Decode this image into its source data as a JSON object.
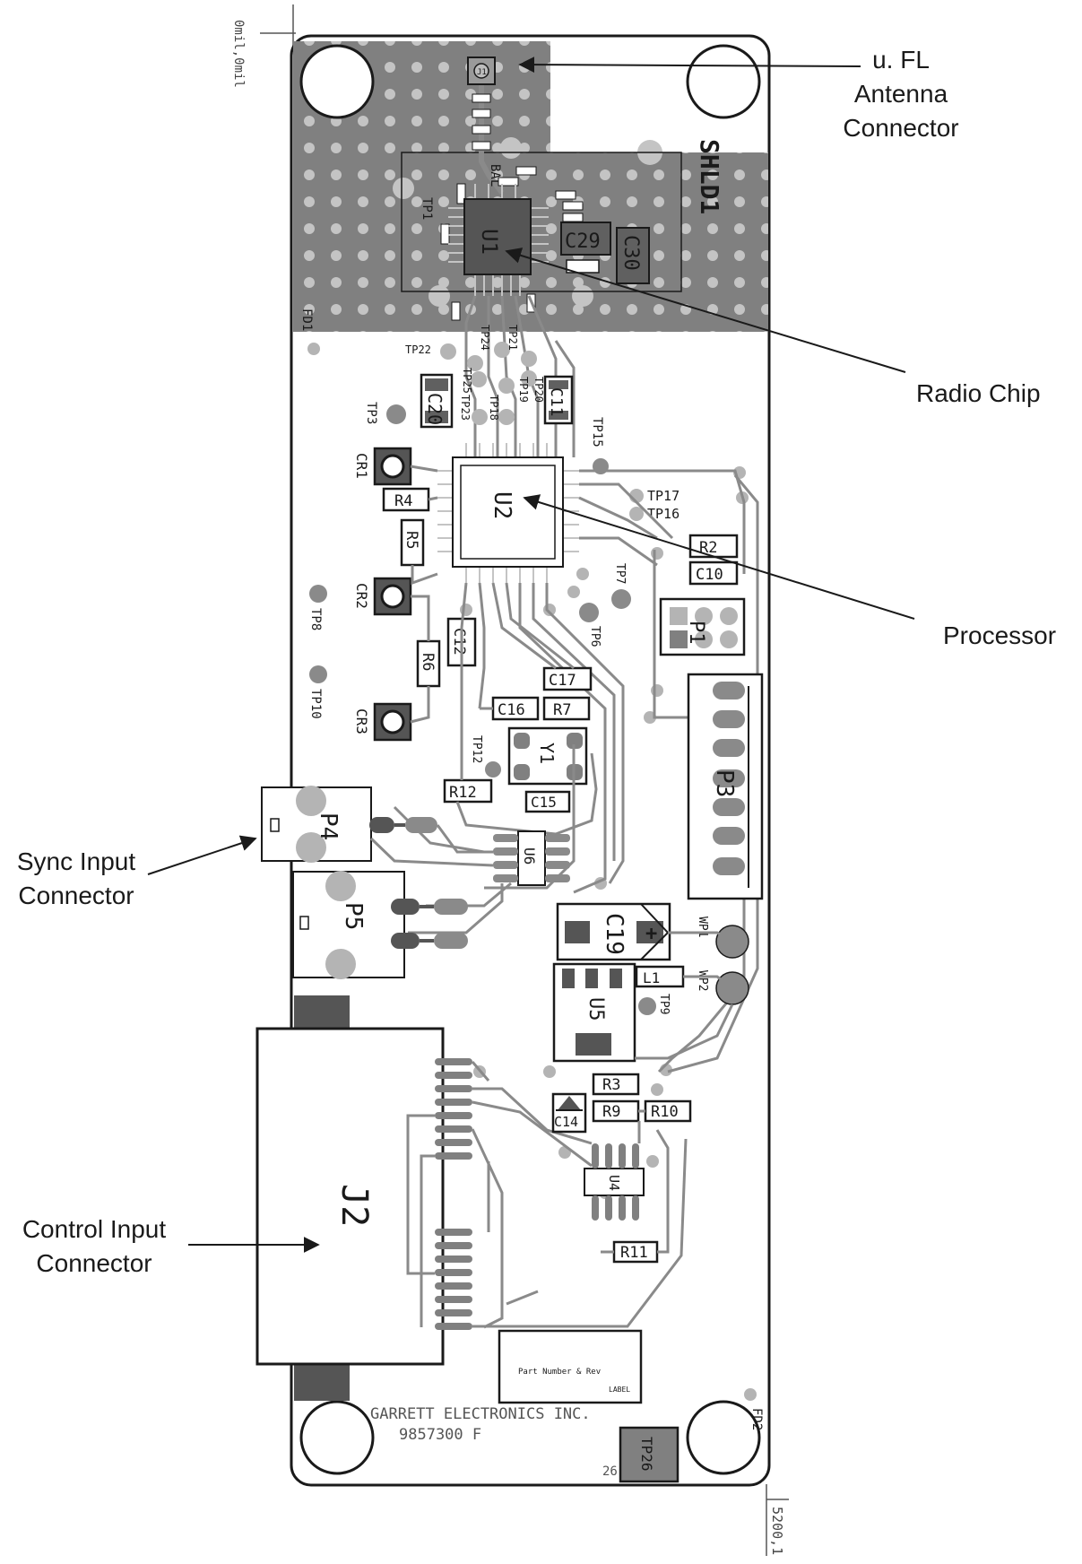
{
  "origin_label": "0mil,0mil",
  "corner_label": "5200,1",
  "callouts": {
    "antenna": [
      "u. FL",
      "Antenna",
      "Connector"
    ],
    "radio": "Radio Chip",
    "processor": "Processor",
    "sync": [
      "Sync Input",
      "Connector"
    ],
    "control": [
      "Control Input",
      "Connector"
    ]
  },
  "board": {
    "shield": "SHLD1",
    "u1": "U1",
    "u2": "U2",
    "u4": "U4",
    "u5": "U5",
    "u6": "U6",
    "j1": "J1",
    "bal": "BAL",
    "y1": "Y1",
    "c29": "C29",
    "c30": "C30",
    "c20": "C20",
    "c11": "C11",
    "c12": "C12",
    "c15": "C15",
    "c16": "C16",
    "c17": "C17",
    "c10": "C10",
    "c19": "C19",
    "c14": "C14",
    "r2": "R2",
    "r3": "R3",
    "r4": "R4",
    "r5": "R5",
    "r6": "R6",
    "r7": "R7",
    "r9": "R9",
    "r10": "R10",
    "r11": "R11",
    "r12": "R12",
    "cr1": "CR1",
    "cr2": "CR2",
    "cr3": "CR3",
    "p1": "P1",
    "p3": "P3",
    "p4": "P4",
    "p5": "P5",
    "j2": "J2",
    "l1": "L1",
    "fd1": "FD1",
    "fd2": "FD2",
    "tp1": "TP1",
    "tp3": "TP3",
    "tp6": "TP6",
    "tp7": "TP7",
    "tp8": "TP8",
    "tp9": "TP9",
    "tp10": "TP10",
    "tp12": "TP12",
    "tp15": "TP15",
    "tp16": "TP16",
    "tp17": "TP17",
    "tp18": "TP18",
    "tp19": "TP19",
    "tp20": "TP20",
    "tp21": "TP21",
    "tp22": "TP22",
    "tp23": "TP23",
    "tp24": "TP24",
    "tp25": "TP25",
    "tp26": "TP26",
    "tp26_num": "26",
    "wp1": "WP1",
    "wp2": "WP2",
    "label_box_text": "Part Number & Rev",
    "label_box_tag": "LABEL",
    "company": "GARRETT ELECTRONICS INC.",
    "part_number": "9857300 F"
  },
  "colors": {
    "copper": "#808080",
    "via": "#b4b4b4",
    "trace": "#8a8a8a",
    "outline": "#1a1a1a"
  }
}
